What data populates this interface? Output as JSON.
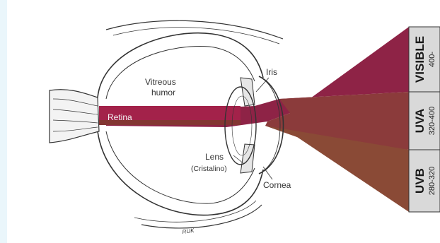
{
  "diagram": {
    "labels": {
      "vitreous": [
        "Vitreous",
        "humor"
      ],
      "iris": "Iris",
      "retina": "Retina",
      "lens": [
        "Lens",
        "(Cristalino)"
      ],
      "cornea": "Cornea",
      "signature": "RUK"
    },
    "bands": [
      {
        "title": "VISIBLE",
        "range": "400-",
        "color": "#8e2346"
      },
      {
        "title": "UVA",
        "range": "320-400",
        "color": "#8b3b3b"
      },
      {
        "title": "UVB",
        "range": "280-320",
        "color": "#8a4a36"
      }
    ],
    "colors": {
      "panel": "#d9d9d9",
      "outline": "#333333",
      "beam_retina": "#a3224a",
      "beam_lower": "#7a3c2c"
    }
  }
}
